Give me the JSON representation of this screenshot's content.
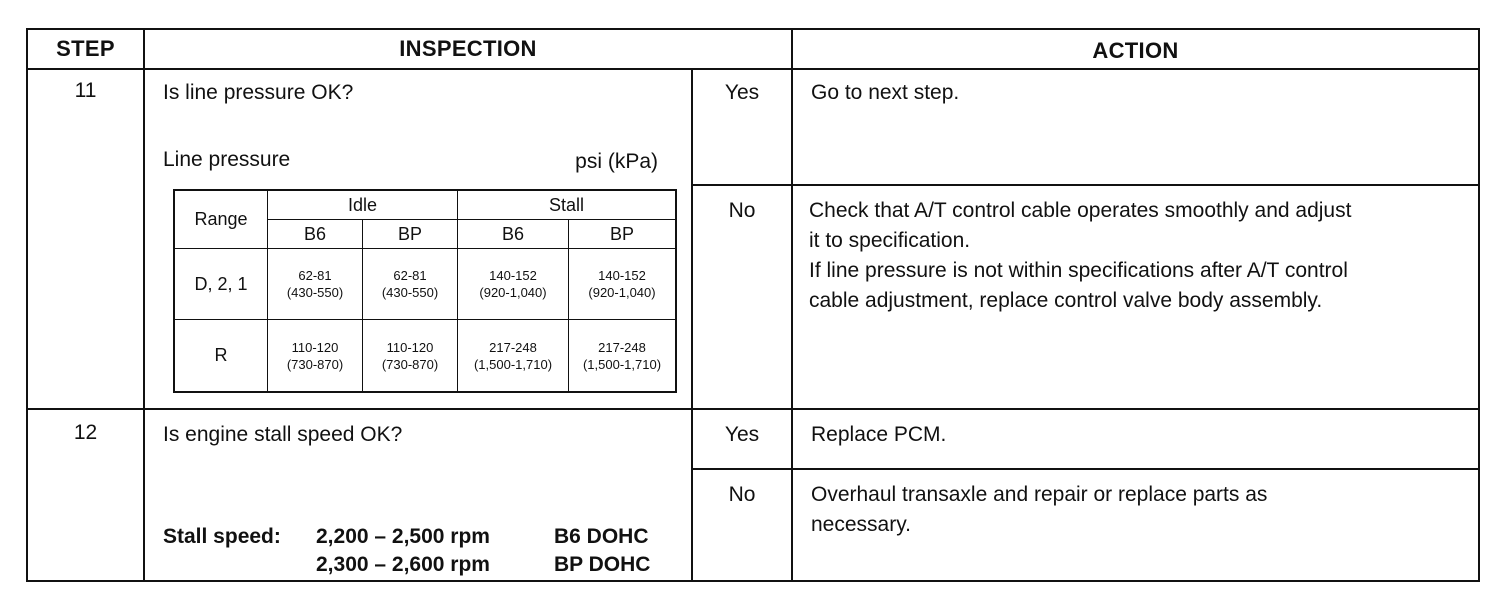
{
  "headers": {
    "step": "STEP",
    "inspection": "INSPECTION",
    "action": "ACTION"
  },
  "step11": {
    "number": "11",
    "question": "Is line pressure OK?",
    "line_pressure_label": "Line pressure",
    "unit": "psi (kPa)",
    "yes_label": "Yes",
    "yes_action": "Go to next step.",
    "no_label": "No",
    "no_action_1": "Check that A/T control cable operates smoothly and adjust",
    "no_action_2": "it to specification.",
    "no_action_3": "If line pressure is not within specifications after A/T control",
    "no_action_4": "cable adjustment, replace control valve body assembly.",
    "table": {
      "range_header": "Range",
      "idle_header": "Idle",
      "stall_header": "Stall",
      "sub_headers": [
        "B6",
        "BP",
        "B6",
        "BP"
      ],
      "rows": [
        {
          "range": "D, 2, 1",
          "cells": [
            [
              "62-81",
              "(430-550)"
            ],
            [
              "62-81",
              "(430-550)"
            ],
            [
              "140-152",
              "(920-1,040)"
            ],
            [
              "140-152",
              "(920-1,040)"
            ]
          ]
        },
        {
          "range": "R",
          "cells": [
            [
              "110-120",
              "(730-870)"
            ],
            [
              "110-120",
              "(730-870)"
            ],
            [
              "217-248",
              "(1,500-1,710)"
            ],
            [
              "217-248",
              "(1,500-1,710)"
            ]
          ]
        }
      ]
    }
  },
  "step12": {
    "number": "12",
    "question": "Is engine stall speed OK?",
    "stall_label": "Stall speed:",
    "stall_b6": "2,200 – 2,500 rpm",
    "stall_b6_engine": "B6 DOHC",
    "stall_bp": "2,300 – 2,600 rpm",
    "stall_bp_engine": "BP DOHC",
    "yes_label": "Yes",
    "yes_action": "Replace PCM.",
    "no_label": "No",
    "no_action_1": "Overhaul transaxle and repair or replace parts as",
    "no_action_2": "necessary."
  }
}
